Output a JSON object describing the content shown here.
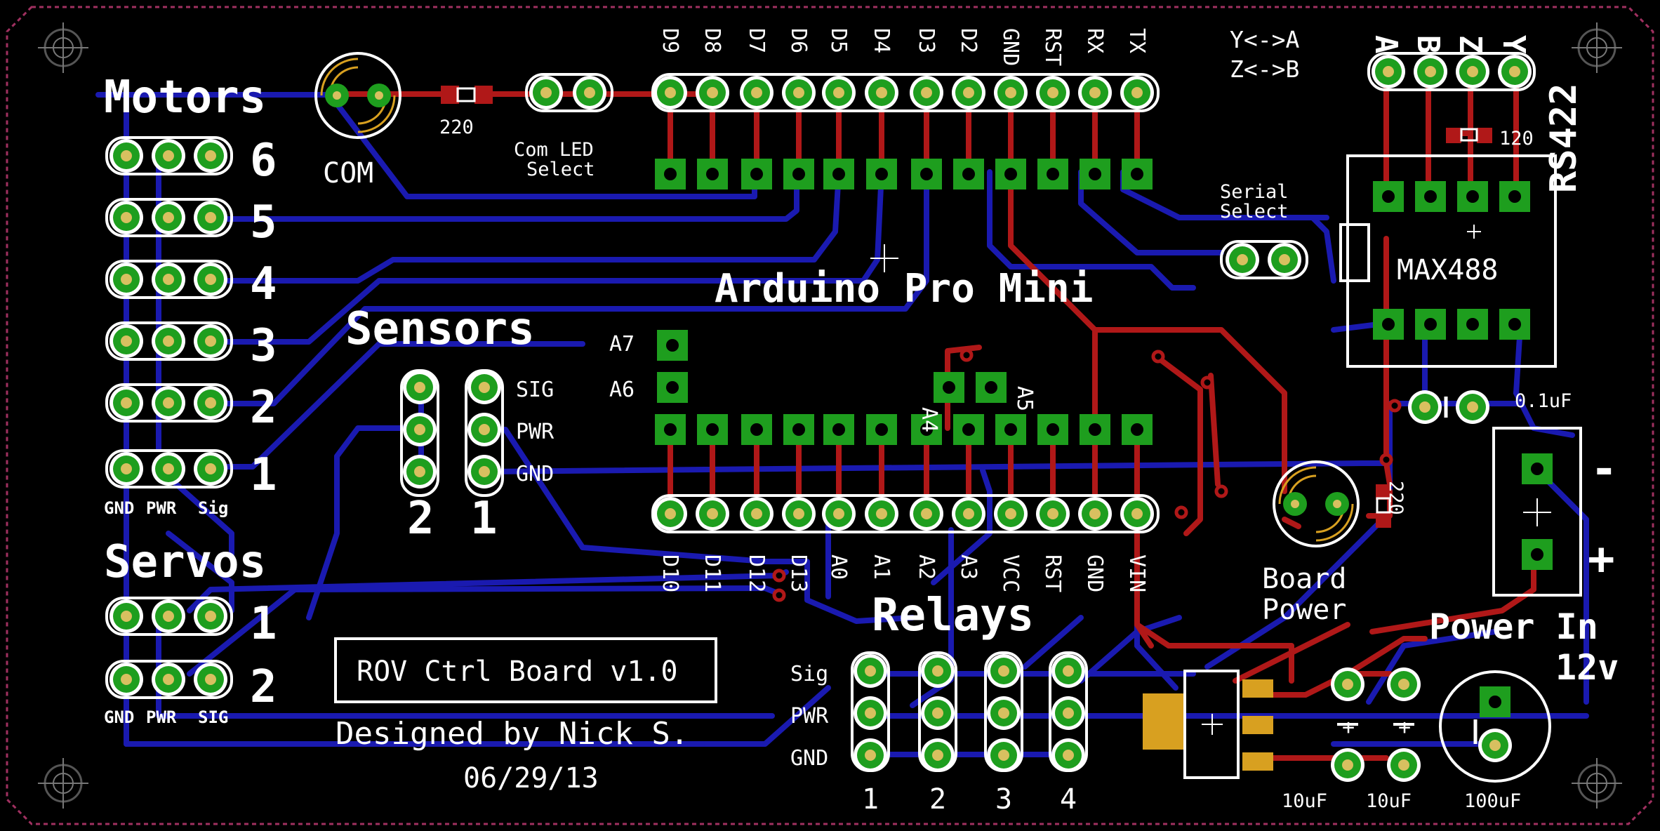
{
  "board": {
    "title": "ROV Ctrl Board v1.0",
    "designer": "Designed by Nick S.",
    "date": "06/29/13",
    "colors": {
      "background": "#000000",
      "outline": "#a03060",
      "top_copper": "#b01818",
      "bottom_copper": "#1a1ab0",
      "pad_ring": "#1e9e1e",
      "pad_center": "#d8c060",
      "silkscreen": "#ffffff",
      "smd": "#d8a020"
    }
  },
  "motors": {
    "heading": "Motors",
    "numbers": [
      "6",
      "5",
      "4",
      "3",
      "2",
      "1"
    ],
    "pin_labels": [
      "GND",
      "PWR",
      "Sig"
    ]
  },
  "servos": {
    "heading": "Servos",
    "numbers": [
      "1",
      "2"
    ],
    "pin_labels": [
      "GND",
      "PWR",
      "SIG"
    ]
  },
  "sensors": {
    "heading": "Sensors",
    "pin_labels": [
      "SIG",
      "PWR",
      "GND"
    ],
    "numbers": [
      "2",
      "1"
    ]
  },
  "com": {
    "led_label": "COM",
    "resistor": "220",
    "select_label_line1": "Com LED",
    "select_label_line2": "Select"
  },
  "arduino": {
    "label": "Arduino Pro Mini",
    "top_pins": [
      "D9",
      "D8",
      "D7",
      "D6",
      "D5",
      "D4",
      "D3",
      "D2",
      "GND",
      "RST",
      "RX",
      "TX"
    ],
    "bottom_pins": [
      "D10",
      "D11",
      "D12",
      "D13",
      "A0",
      "A1",
      "A2",
      "A3",
      "VCC",
      "RST",
      "GND",
      "VIN"
    ],
    "analog_a7": "A7",
    "analog_a6": "A6",
    "analog_a4": "A4",
    "analog_a5": "A5"
  },
  "rs422": {
    "swap_line1": "Y<->A",
    "swap_line2": "Z<->B",
    "pins": [
      "A",
      "B",
      "Z",
      "Y"
    ],
    "termination": "120",
    "serial_select_line1": "Serial",
    "serial_select_line2": "Select",
    "chip": "MAX488",
    "label": "RS422",
    "cap": "0.1uF"
  },
  "power": {
    "board_power_line1": "Board",
    "board_power_line2": "Power",
    "led_resistor": "220",
    "power_in_line1": "Power In",
    "power_in_line2": "12v",
    "minus": "-",
    "plus": "+",
    "caps": [
      "10uF",
      "10uF",
      "100uF"
    ],
    "cap_polarity": [
      "+",
      "+"
    ]
  },
  "relays": {
    "heading": "Relays",
    "pin_labels": [
      "Sig",
      "PWR",
      "GND"
    ],
    "numbers": [
      "1",
      "2",
      "3",
      "4"
    ]
  }
}
